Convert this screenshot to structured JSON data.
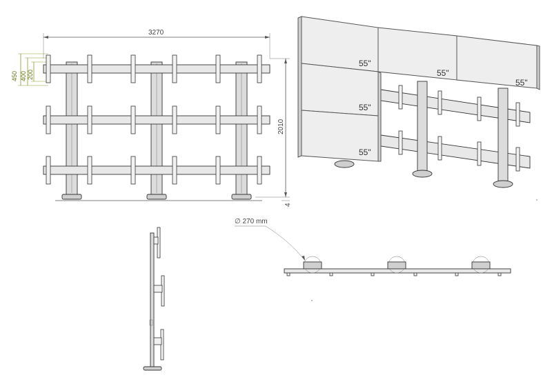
{
  "front_view": {
    "width_label": "3270",
    "height_label": "2010",
    "floor_gap_label": "4",
    "dims_left": [
      "450",
      "400",
      "200"
    ]
  },
  "perspective_view": {
    "screen_labels": [
      "55\"",
      "55\"",
      "55\"",
      "55\"",
      "55\""
    ]
  },
  "top_view": {
    "base_diameter_label": "∅ 270 mm"
  },
  "colors": {
    "line": "#555555",
    "dimension_green": "#8a9a2a",
    "panel_front": "#eeeeee",
    "panel_side": "#cfcfcf"
  }
}
